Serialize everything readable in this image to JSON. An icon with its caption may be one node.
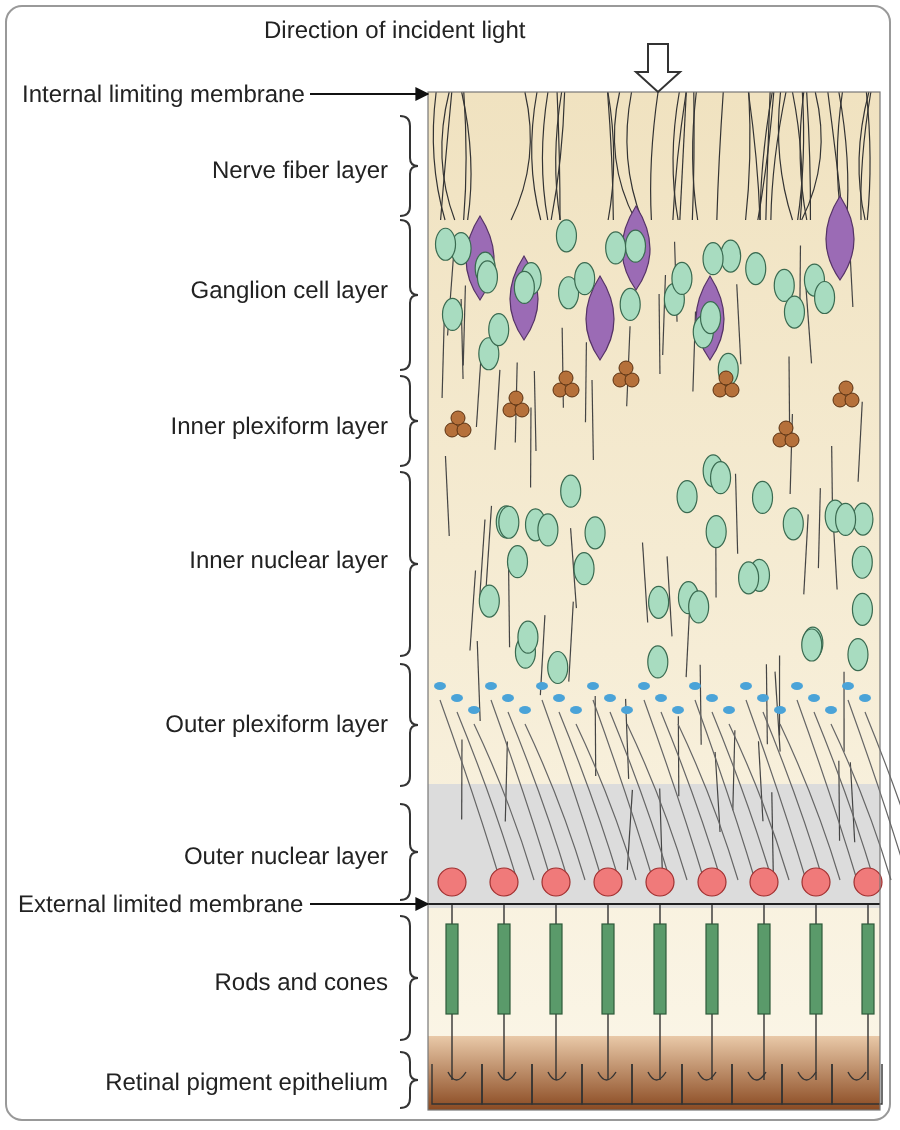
{
  "diagram": {
    "nodes": [
      {
        "text": [
          "Internal limiting membrane"
        ]
      },
      {
        "text": [
          "External limited membrane"
        ]
      }
    ],
    "edges": [
      {
        "from": 0,
        "to": null,
        "arrow": "to"
      },
      {
        "from": 1,
        "to": null,
        "arrow": "to"
      }
    ],
    "labels": [
      "Direction of incident light",
      "Nerve fiber layer",
      "Ganglion cell layer",
      "Inner plexiform layer",
      "Inner nuclear layer",
      "Outer plexiform layer",
      "Outer nuclear layer",
      "Rods and cones",
      "Retinal pigment epithelium"
    ]
  }
}
